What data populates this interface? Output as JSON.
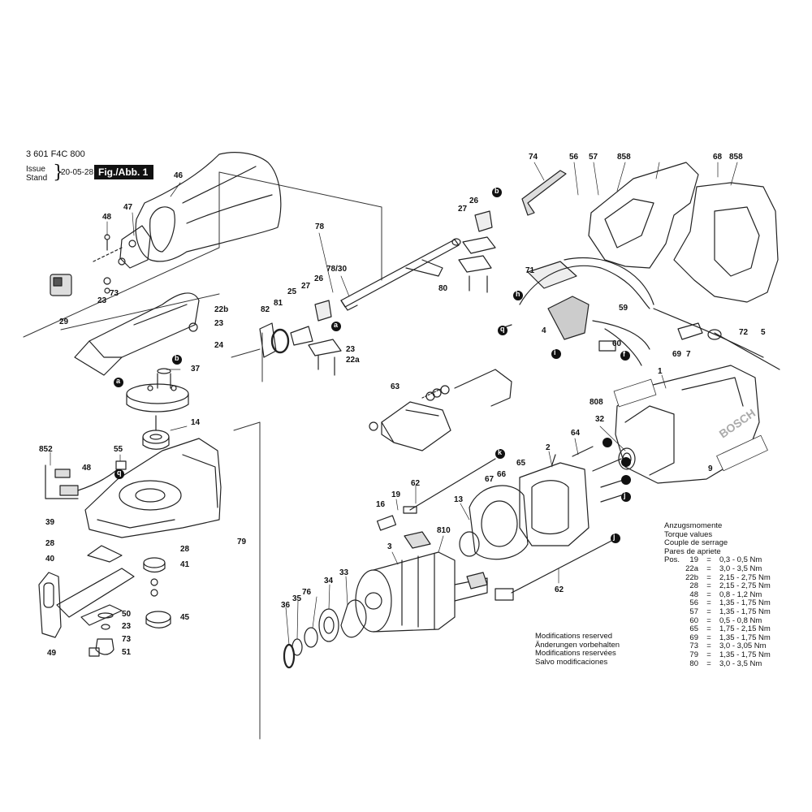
{
  "header": {
    "part_code": "3 601 F4C 800",
    "issue_label": "Issue",
    "stand_label": "Stand",
    "date": "20-05-28",
    "fig_label": "Fig./Abb. 1"
  },
  "part_labels": [
    "46",
    "47",
    "48",
    "73",
    "23",
    "29",
    "74",
    "56",
    "57",
    "858",
    "68",
    "858",
    "27",
    "26",
    "b",
    "78",
    "78/30",
    "80",
    "71",
    "h",
    "q",
    "4",
    "59",
    "72",
    "5",
    "69",
    "7",
    "60",
    "i",
    "f",
    "26",
    "25",
    "82",
    "81",
    "27",
    "a",
    "23",
    "22a",
    "22b",
    "23",
    "24",
    "b",
    "37",
    "a",
    "63",
    "1",
    "808",
    "9",
    "32",
    "14",
    "852",
    "55",
    "48",
    "q",
    "39",
    "28",
    "40",
    "28",
    "41",
    "79",
    "50",
    "23",
    "73",
    "51",
    "49",
    "45",
    "2",
    "64",
    "k",
    "65",
    "66",
    "67",
    "13",
    "810",
    "19",
    "16",
    "62",
    "62",
    "3",
    "36",
    "35",
    "76",
    "34",
    "33",
    "j",
    "j"
  ],
  "torque": {
    "title_lines": [
      "Anzugsmomente",
      "Torque values",
      "Couple de serrage",
      "Pares de apriete"
    ],
    "pos_label": "Pos.",
    "rows": [
      {
        "pos": "19",
        "eq": "=",
        "val": "0,3 - 0,5 Nm"
      },
      {
        "pos": "22a",
        "eq": "=",
        "val": "3,0 - 3,5 Nm"
      },
      {
        "pos": "22b",
        "eq": "=",
        "val": "2,15 - 2,75 Nm"
      },
      {
        "pos": "28",
        "eq": "=",
        "val": "2,15 - 2,75 Nm"
      },
      {
        "pos": "48",
        "eq": "=",
        "val": "0,8 - 1,2 Nm"
      },
      {
        "pos": "56",
        "eq": "=",
        "val": "1,35 - 1,75 Nm"
      },
      {
        "pos": "57",
        "eq": "=",
        "val": "1,35 - 1,75 Nm"
      },
      {
        "pos": "60",
        "eq": "=",
        "val": "0,5 - 0,8 Nm"
      },
      {
        "pos": "65",
        "eq": "=",
        "val": "1,75 - 2,15 Nm"
      },
      {
        "pos": "69",
        "eq": "=",
        "val": "1,35 - 1,75 Nm"
      },
      {
        "pos": "73",
        "eq": "=",
        "val": "3,0 - 3,05 Nm"
      },
      {
        "pos": "79",
        "eq": "=",
        "val": "1,35 - 1,75 Nm"
      },
      {
        "pos": "80",
        "eq": "=",
        "val": "3,0 - 3,5 Nm"
      }
    ]
  },
  "modifications": [
    "Modifications reserved",
    "Änderungen vorbehalten",
    "Modifications reservées",
    "Salvo modificaciones"
  ],
  "brand_text": "BOSCH"
}
